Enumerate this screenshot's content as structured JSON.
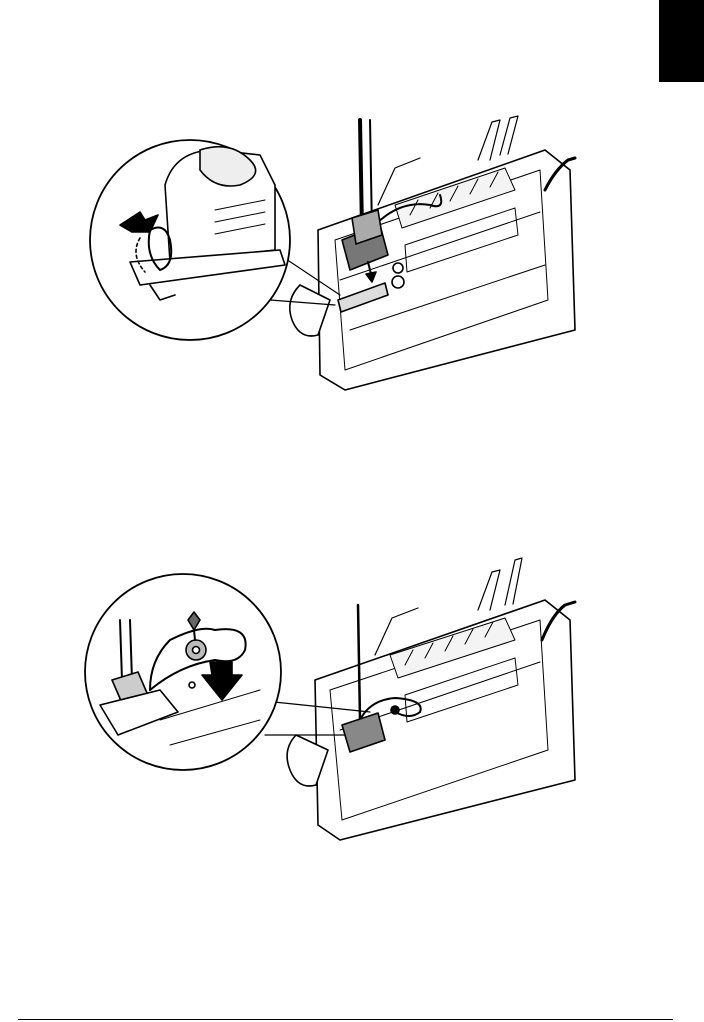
{
  "page": {
    "thumb_tab_color": "#000000",
    "figures": [
      {
        "id": "step-1",
        "content": "illustration"
      },
      {
        "id": "step-2",
        "content": "illustration"
      }
    ]
  }
}
